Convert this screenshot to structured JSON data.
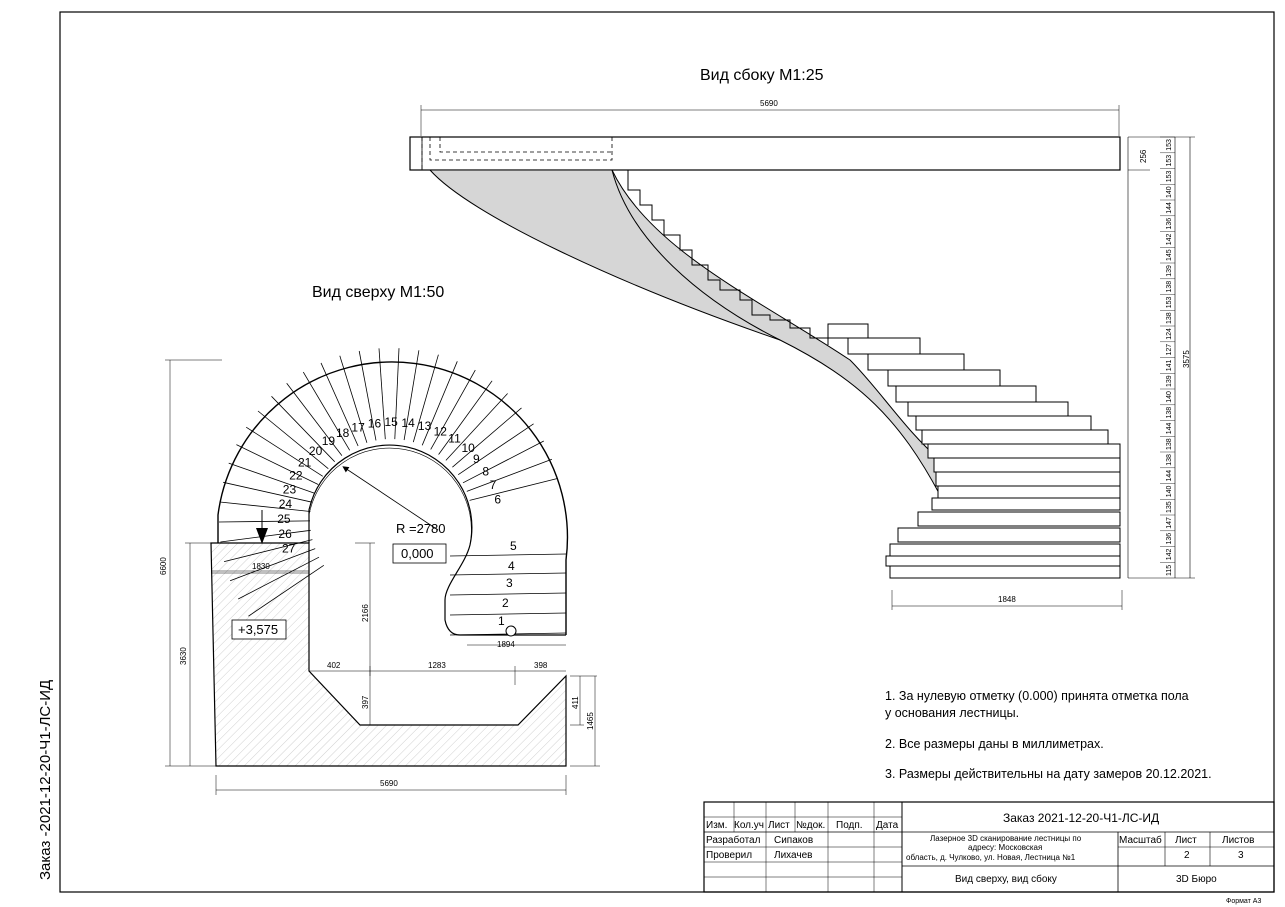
{
  "order_vertical": "Заказ -2021-12-20-Ч1-ЛС-ИД",
  "side_view": {
    "title": "Вид сбоку М1:25",
    "width_dim": "5690",
    "beam_dim": "256",
    "height_dim": "3575",
    "bottom_dim": "1848",
    "riser_dims": [
      "153",
      "153",
      "153",
      "140",
      "144",
      "136",
      "142",
      "145",
      "139",
      "138",
      "153",
      "138",
      "124",
      "127",
      "141",
      "139",
      "140",
      "138",
      "144",
      "138",
      "138",
      "144",
      "140",
      "135",
      "147",
      "136",
      "142",
      "115"
    ]
  },
  "top_view": {
    "title": "Вид сверху М1:50",
    "radius": "R =2780",
    "zero_mark": "0,000",
    "top_mark": "+3,575",
    "steps": [
      "1",
      "2",
      "3",
      "4",
      "5",
      "6",
      "7",
      "8",
      "9",
      "10",
      "11",
      "12",
      "13",
      "14",
      "15",
      "16",
      "17",
      "18",
      "19",
      "20",
      "21",
      "22",
      "23",
      "24",
      "25",
      "26",
      "27"
    ],
    "dims": {
      "overall_height": "6600",
      "landing_height": "3630",
      "landing_width": "1830",
      "start_width": "1894",
      "inner_height": "2166",
      "seg_left": "402",
      "seg_mid": "1283",
      "seg_right": "398",
      "notch_left": "397",
      "notch_right": "411",
      "right_height": "1465",
      "overall_width": "5690"
    }
  },
  "notes": [
    "1. За нулевую отметку (0.000) принята отметка пола",
    "у основания лестницы.",
    "2. Все размеры даны в миллиметрах.",
    "3. Размеры действительны на дату замеров 20.12.2021."
  ],
  "title_block": {
    "order": "Заказ 2021-12-20-Ч1-ЛС-ИД",
    "col_headers": [
      "Изм.",
      "Кол.уч",
      "Лист",
      "№док.",
      "Подп.",
      "Дата"
    ],
    "developed_label": "Разработал",
    "developed_name": "Сипаков",
    "checked_label": "Проверил",
    "checked_name": "Лихачев",
    "description_lines": [
      "Лазерное 3D сканирование лестницы по",
      "адресу: Московская",
      "область, д. Чулково, ул. Новая, Лестница №1"
    ],
    "scale_label": "Масштаб",
    "sheet_label": "Лист",
    "sheets_label": "Листов",
    "sheet_value": "2",
    "sheets_value": "3",
    "sheet_name": "Вид сверху, вид сбоку",
    "company": "3D Бюро",
    "format": "Формат А3"
  }
}
